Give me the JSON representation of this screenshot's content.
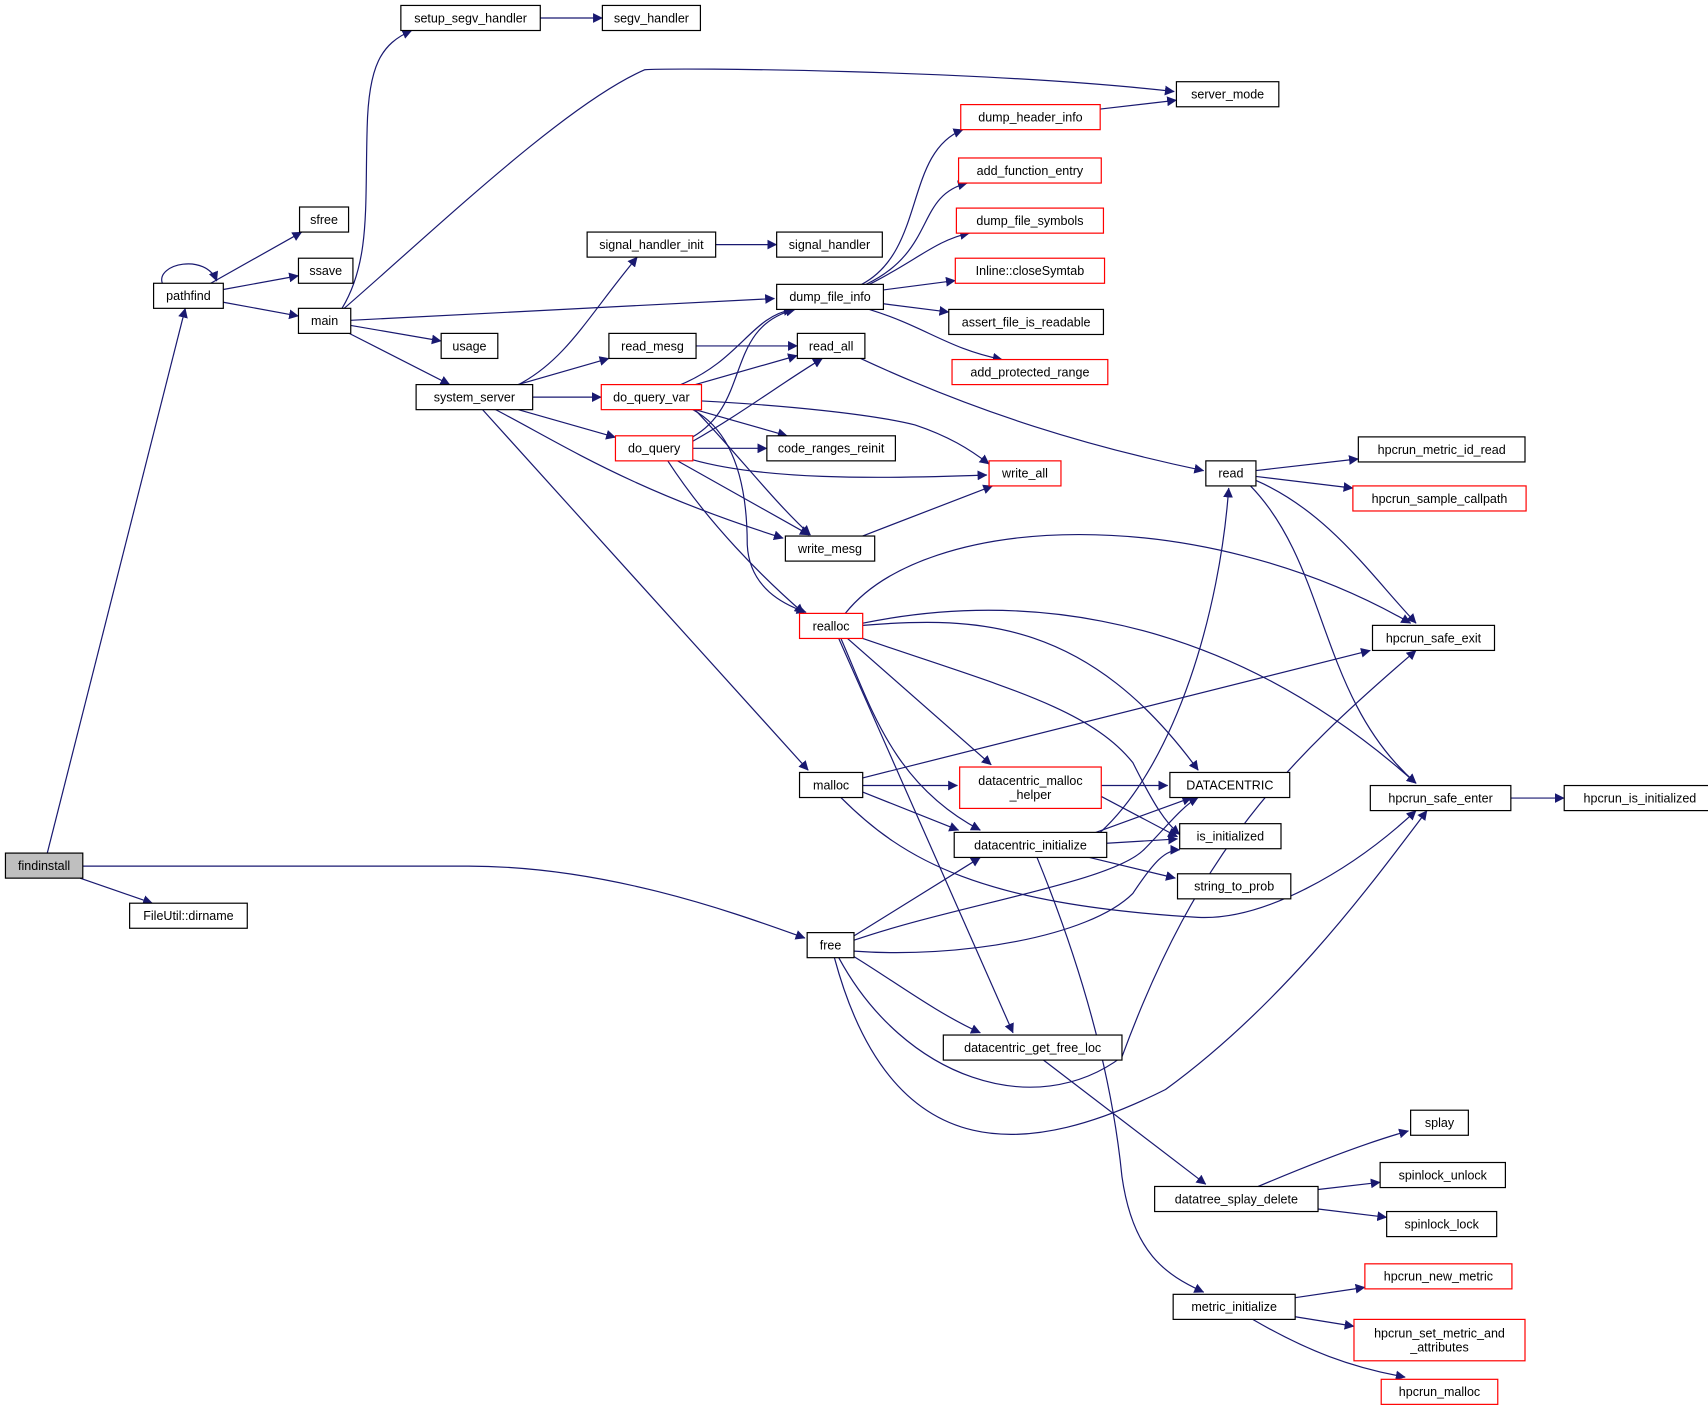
{
  "title": "findinstall call graph",
  "colors": {
    "edge": "#191970",
    "node_border": "#000000",
    "node_border_truncated": "#ff0000",
    "node_fill": "#ffffff",
    "root_fill": "#bfbfbf"
  },
  "nodes": [
    {
      "id": "findinstall",
      "label": [
        "findinstall"
      ],
      "root": true
    },
    {
      "id": "FileUtil::dirname",
      "label": [
        "FileUtil::dirname"
      ]
    },
    {
      "id": "pathfind",
      "label": [
        "pathfind"
      ]
    },
    {
      "id": "sfree",
      "label": [
        "sfree"
      ]
    },
    {
      "id": "ssave",
      "label": [
        "ssave"
      ]
    },
    {
      "id": "main",
      "label": [
        "main"
      ]
    },
    {
      "id": "usage",
      "label": [
        "usage"
      ]
    },
    {
      "id": "setup_segv_handler",
      "label": [
        "setup_segv_handler"
      ]
    },
    {
      "id": "segv_handler",
      "label": [
        "segv_handler"
      ]
    },
    {
      "id": "server_mode",
      "label": [
        "server_mode"
      ]
    },
    {
      "id": "system_server",
      "label": [
        "system_server"
      ]
    },
    {
      "id": "signal_handler_init",
      "label": [
        "signal_handler_init"
      ]
    },
    {
      "id": "signal_handler",
      "label": [
        "signal_handler"
      ]
    },
    {
      "id": "read_mesg",
      "label": [
        "read_mesg"
      ]
    },
    {
      "id": "do_query_var",
      "label": [
        "do_query_var"
      ],
      "truncated": true
    },
    {
      "id": "do_query",
      "label": [
        "do_query"
      ],
      "truncated": true
    },
    {
      "id": "dump_file_info",
      "label": [
        "dump_file_info"
      ]
    },
    {
      "id": "read_all",
      "label": [
        "read_all"
      ]
    },
    {
      "id": "code_ranges_reinit",
      "label": [
        "code_ranges_reinit"
      ]
    },
    {
      "id": "write_mesg",
      "label": [
        "write_mesg"
      ]
    },
    {
      "id": "write_all",
      "label": [
        "write_all"
      ],
      "truncated": true
    },
    {
      "id": "dump_header_info",
      "label": [
        "dump_header_info"
      ],
      "truncated": true
    },
    {
      "id": "add_function_entry",
      "label": [
        "add_function_entry"
      ],
      "truncated": true
    },
    {
      "id": "dump_file_symbols",
      "label": [
        "dump_file_symbols"
      ],
      "truncated": true
    },
    {
      "id": "Inline::closeSymtab",
      "label": [
        "Inline::closeSymtab"
      ],
      "truncated": true
    },
    {
      "id": "assert_file_is_readable",
      "label": [
        "assert_file_is_readable"
      ]
    },
    {
      "id": "add_protected_range",
      "label": [
        "add_protected_range"
      ],
      "truncated": true
    },
    {
      "id": "read",
      "label": [
        "read"
      ]
    },
    {
      "id": "hpcrun_metric_id_read",
      "label": [
        "hpcrun_metric_id_read"
      ]
    },
    {
      "id": "hpcrun_sample_callpath",
      "label": [
        "hpcrun_sample_callpath"
      ],
      "truncated": true
    },
    {
      "id": "realloc",
      "label": [
        "realloc"
      ],
      "truncated": true
    },
    {
      "id": "hpcrun_safe_exit",
      "label": [
        "hpcrun_safe_exit"
      ]
    },
    {
      "id": "malloc",
      "label": [
        "malloc"
      ]
    },
    {
      "id": "datacentric_malloc_helper",
      "label": [
        "datacentric_malloc",
        "_helper"
      ],
      "truncated": true
    },
    {
      "id": "DATACENTRIC",
      "label": [
        "DATACENTRIC"
      ]
    },
    {
      "id": "hpcrun_safe_enter",
      "label": [
        "hpcrun_safe_enter"
      ]
    },
    {
      "id": "hpcrun_is_initialized",
      "label": [
        "hpcrun_is_initialized"
      ]
    },
    {
      "id": "datacentric_initialize",
      "label": [
        "datacentric_initialize"
      ]
    },
    {
      "id": "is_initialized",
      "label": [
        "is_initialized"
      ]
    },
    {
      "id": "string_to_prob",
      "label": [
        "string_to_prob"
      ]
    },
    {
      "id": "free",
      "label": [
        "free"
      ]
    },
    {
      "id": "datacentric_get_free_loc",
      "label": [
        "datacentric_get_free_loc"
      ]
    },
    {
      "id": "splay",
      "label": [
        "splay"
      ]
    },
    {
      "id": "spinlock_unlock",
      "label": [
        "spinlock_unlock"
      ]
    },
    {
      "id": "datatree_splay_delete",
      "label": [
        "datatree_splay_delete"
      ]
    },
    {
      "id": "spinlock_lock",
      "label": [
        "spinlock_lock"
      ]
    },
    {
      "id": "metric_initialize",
      "label": [
        "metric_initialize"
      ]
    },
    {
      "id": "hpcrun_new_metric",
      "label": [
        "hpcrun_new_metric"
      ],
      "truncated": true
    },
    {
      "id": "hpcrun_set_metric_and_attributes",
      "label": [
        "hpcrun_set_metric_and",
        "_attributes"
      ],
      "truncated": true
    },
    {
      "id": "hpcrun_malloc",
      "label": [
        "hpcrun_malloc"
      ],
      "truncated": true
    }
  ],
  "edges": [
    [
      "findinstall",
      "pathfind"
    ],
    [
      "findinstall",
      "FileUtil::dirname"
    ],
    [
      "findinstall",
      "free"
    ],
    [
      "pathfind",
      "pathfind"
    ],
    [
      "pathfind",
      "sfree"
    ],
    [
      "pathfind",
      "ssave"
    ],
    [
      "pathfind",
      "main"
    ],
    [
      "main",
      "setup_segv_handler"
    ],
    [
      "main",
      "server_mode"
    ],
    [
      "main",
      "dump_file_info"
    ],
    [
      "main",
      "usage"
    ],
    [
      "main",
      "system_server"
    ],
    [
      "setup_segv_handler",
      "segv_handler"
    ],
    [
      "system_server",
      "signal_handler_init"
    ],
    [
      "system_server",
      "read_mesg"
    ],
    [
      "system_server",
      "do_query_var"
    ],
    [
      "system_server",
      "do_query"
    ],
    [
      "system_server",
      "write_mesg"
    ],
    [
      "system_server",
      "malloc"
    ],
    [
      "signal_handler_init",
      "signal_handler"
    ],
    [
      "read_mesg",
      "read_all"
    ],
    [
      "do_query_var",
      "dump_file_info"
    ],
    [
      "do_query_var",
      "read_all"
    ],
    [
      "do_query_var",
      "code_ranges_reinit"
    ],
    [
      "do_query_var",
      "write_all"
    ],
    [
      "do_query_var",
      "write_mesg"
    ],
    [
      "do_query_var",
      "realloc"
    ],
    [
      "do_query",
      "dump_file_info"
    ],
    [
      "do_query",
      "read_all"
    ],
    [
      "do_query",
      "code_ranges_reinit"
    ],
    [
      "do_query",
      "write_all"
    ],
    [
      "do_query",
      "write_mesg"
    ],
    [
      "do_query",
      "realloc"
    ],
    [
      "dump_file_info",
      "dump_header_info"
    ],
    [
      "dump_file_info",
      "add_function_entry"
    ],
    [
      "dump_file_info",
      "dump_file_symbols"
    ],
    [
      "dump_file_info",
      "Inline::closeSymtab"
    ],
    [
      "dump_file_info",
      "assert_file_is_readable"
    ],
    [
      "dump_file_info",
      "add_protected_range"
    ],
    [
      "dump_header_info",
      "server_mode"
    ],
    [
      "read_all",
      "read"
    ],
    [
      "write_mesg",
      "write_all"
    ],
    [
      "read",
      "hpcrun_metric_id_read"
    ],
    [
      "read",
      "hpcrun_sample_callpath"
    ],
    [
      "read",
      "hpcrun_safe_exit"
    ],
    [
      "read",
      "hpcrun_safe_enter"
    ],
    [
      "realloc",
      "hpcrun_safe_exit"
    ],
    [
      "realloc",
      "hpcrun_safe_enter"
    ],
    [
      "realloc",
      "DATACENTRIC"
    ],
    [
      "realloc",
      "is_initialized"
    ],
    [
      "realloc",
      "datacentric_malloc_helper"
    ],
    [
      "realloc",
      "datacentric_initialize"
    ],
    [
      "realloc",
      "datacentric_get_free_loc"
    ],
    [
      "malloc",
      "hpcrun_safe_exit"
    ],
    [
      "malloc",
      "datacentric_malloc_helper"
    ],
    [
      "malloc",
      "datacentric_initialize"
    ],
    [
      "malloc",
      "hpcrun_safe_enter"
    ],
    [
      "datacentric_malloc_helper",
      "DATACENTRIC"
    ],
    [
      "datacentric_malloc_helper",
      "is_initialized"
    ],
    [
      "datacentric_initialize",
      "read"
    ],
    [
      "datacentric_initialize",
      "DATACENTRIC"
    ],
    [
      "datacentric_initialize",
      "is_initialized"
    ],
    [
      "datacentric_initialize",
      "string_to_prob"
    ],
    [
      "datacentric_initialize",
      "metric_initialize"
    ],
    [
      "hpcrun_safe_enter",
      "hpcrun_is_initialized"
    ],
    [
      "free",
      "datacentric_initialize"
    ],
    [
      "free",
      "DATACENTRIC"
    ],
    [
      "free",
      "is_initialized"
    ],
    [
      "free",
      "datacentric_get_free_loc"
    ],
    [
      "free",
      "hpcrun_safe_exit"
    ],
    [
      "free",
      "hpcrun_safe_enter"
    ],
    [
      "datacentric_get_free_loc",
      "datatree_splay_delete"
    ],
    [
      "datatree_splay_delete",
      "splay"
    ],
    [
      "datatree_splay_delete",
      "spinlock_unlock"
    ],
    [
      "datatree_splay_delete",
      "spinlock_lock"
    ],
    [
      "metric_initialize",
      "hpcrun_new_metric"
    ],
    [
      "metric_initialize",
      "hpcrun_set_metric_and_attributes"
    ],
    [
      "metric_initialize",
      "hpcrun_malloc"
    ]
  ]
}
